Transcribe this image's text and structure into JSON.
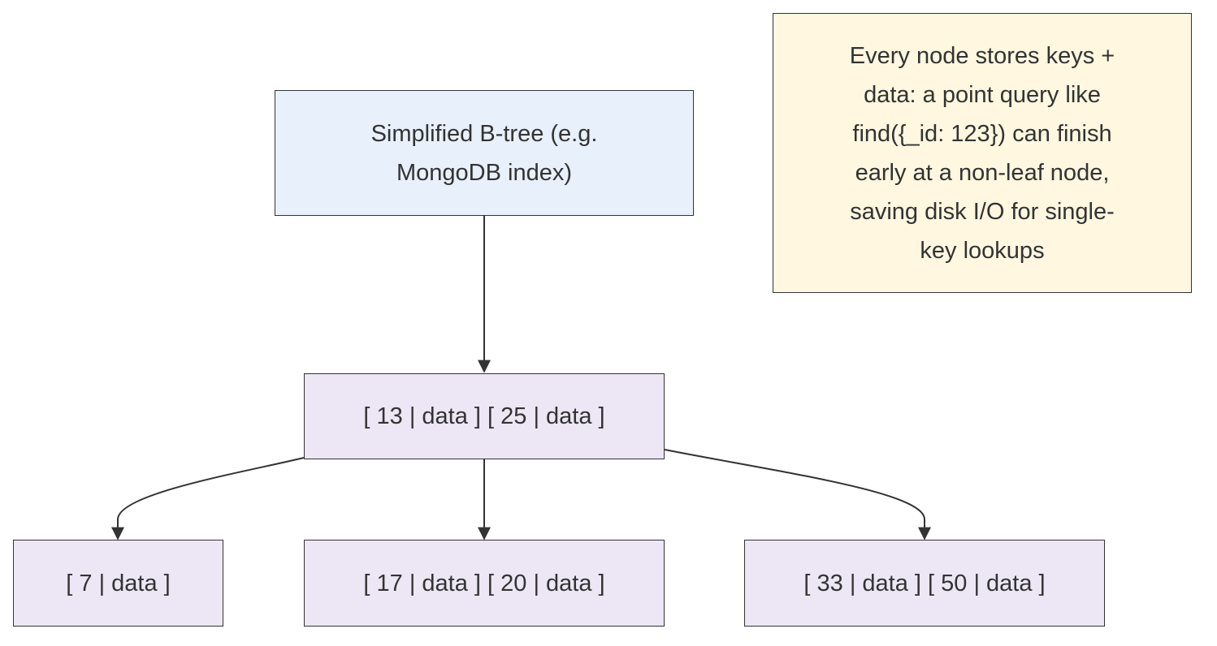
{
  "diagram": {
    "title_node": {
      "lines": [
        "Simplified B-tree (e.g.",
        "MongoDB index)"
      ]
    },
    "root_node": {
      "label": "[ 13 | data ] [ 25 | data ]"
    },
    "leaf_nodes": [
      {
        "label": "[ 7 | data ]"
      },
      {
        "label": "[ 17 | data ] [ 20 | data ]"
      },
      {
        "label": "[ 33 | data ] [ 50 | data ]"
      }
    ],
    "note": {
      "lines": [
        "Every node stores keys +",
        "data: a point query like",
        "find({_id: 123}) can finish",
        "early at a non-leaf node,",
        "saving disk I/O for single-",
        "key lookups"
      ]
    },
    "colors": {
      "title_fill": "#e8f0fb",
      "tree_fill": "#ede7f5",
      "note_fill": "#fff7e0",
      "stroke": "#333333"
    }
  }
}
